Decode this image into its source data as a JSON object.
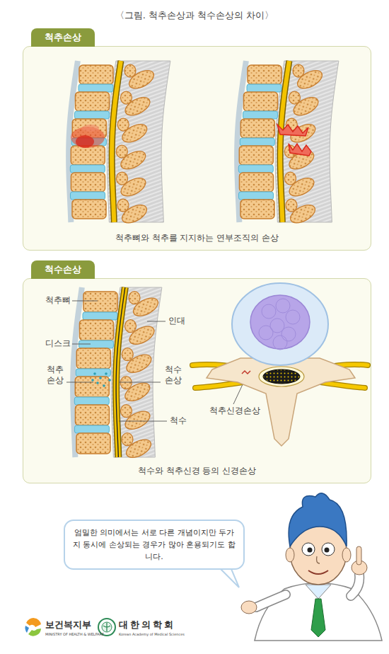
{
  "diagram": {
    "title": "〈그림. 척추손상과 척수손상의 차이〉",
    "nodes": [
      {
        "text": [
          "척추뼈와 척추를 지지하는 연부조직의 손상"
        ]
      },
      {
        "text": [
          "척추손상"
        ],
        "in": 0
      },
      {
        "text": [
          "척수와 척추신경 등의 신경손상"
        ]
      },
      {
        "text": [
          "척수손상"
        ],
        "in": 2
      },
      {
        "text": [
          "엄밀한 의미에서는 서로 다른 개념이지만 두가지 동시에 손상되는 경우가 많아 혼용되기도 합니다."
        ]
      }
    ],
    "labels": [
      "척추뼈",
      "인대",
      "디스크",
      "척추 손상",
      "척수 손상",
      "척수",
      "척추신경손상",
      "보건복지부",
      "MINISTRY OF HEALTH & WELFARE",
      "대한의학회",
      "Korean Academy of Medical Sciences"
    ]
  }
}
